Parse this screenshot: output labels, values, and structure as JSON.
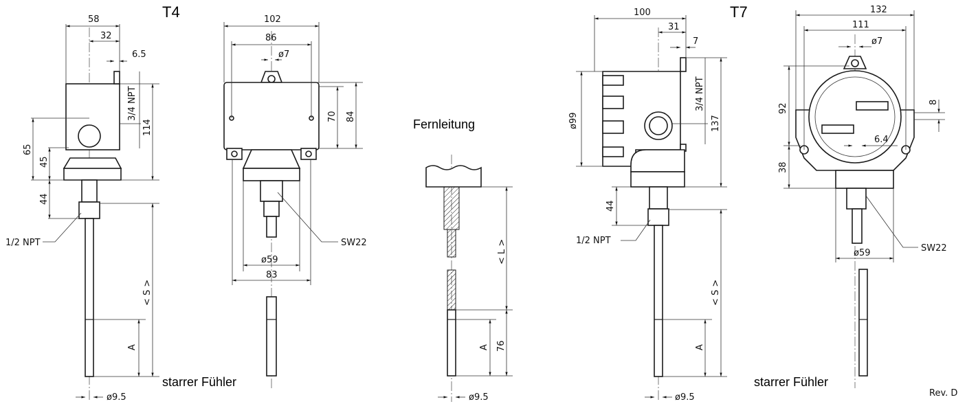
{
  "titles": {
    "t4": "T4",
    "t7": "T7",
    "remote": "Fernleitung"
  },
  "captions": {
    "rigid_t4": "starrer Fühler",
    "rigid_t7": "starrer Fühler",
    "revision": "Rev. D"
  },
  "t4_side": {
    "d58": "58",
    "d32": "32",
    "d65": "6.5",
    "npt34": "3/4 NPT",
    "d114": "114",
    "d65b": "65",
    "d45": "45",
    "d44": "44",
    "npt12": "1/2 NPT",
    "s": "< S >",
    "a": "A",
    "dia": "ø9.5"
  },
  "t4_front": {
    "d102": "102",
    "d86": "86",
    "d7": "ø7",
    "d70": "70",
    "d84": "84",
    "d59": "ø59",
    "d83": "83",
    "sw": "SW22"
  },
  "remote": {
    "l": "< L >",
    "d76": "76",
    "a": "A",
    "dia": "ø9.5"
  },
  "t7_side": {
    "d100": "100",
    "d31": "31",
    "d7": "7",
    "d99": "ø99",
    "npt34": "3/4 NPT",
    "d137": "137",
    "d44": "44",
    "npt12": "1/2 NPT",
    "s": "< S >",
    "a": "A",
    "dia": "ø9.5"
  },
  "t7_front": {
    "d132": "132",
    "d111": "111",
    "d7": "ø7",
    "d92": "92",
    "d8": "8",
    "d64": "6.4",
    "d38": "38",
    "d59": "ø59",
    "sw": "SW22"
  }
}
